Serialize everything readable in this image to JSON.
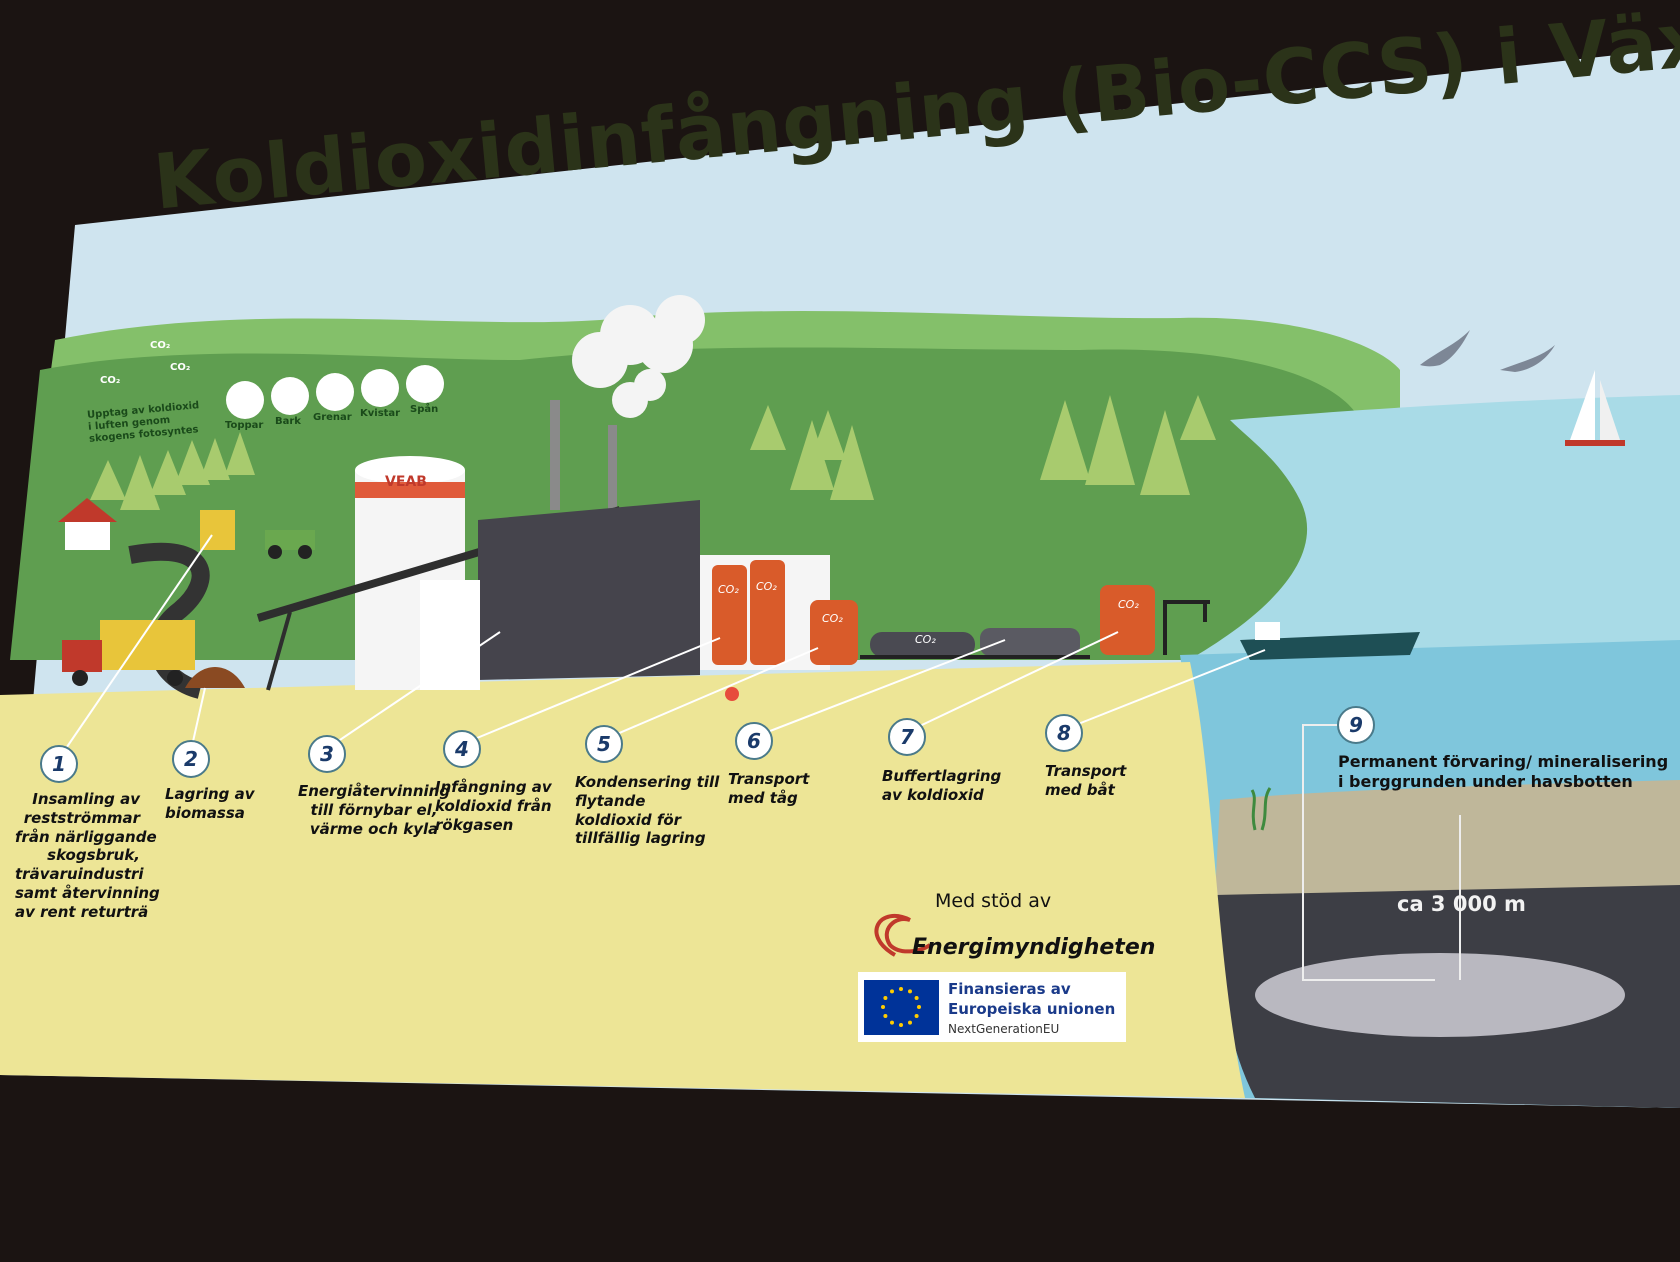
{
  "title": "Koldioxidinfångning (Bio-CCS) i Växjö",
  "forest_note": "Upptag av koldioxid\ni luften genom\nskogens fotosyntes",
  "co2_symbol": "CO₂",
  "biomass_types": [
    "Toppar",
    "Bark",
    "Grenar",
    "Kvistar",
    "Spån"
  ],
  "brand": "VEAB",
  "steps": [
    {
      "num": "1",
      "text": "Insamling av\nrestströmmar\nfrån närliggande\nskogsbruk,\nträvaruindustri\nsamt återvinning\nav rent returträ"
    },
    {
      "num": "2",
      "text": "Lagring av\nbiomassa"
    },
    {
      "num": "3",
      "text": "Energiåtervinning\ntill förnybar el,\nvärme och kyla"
    },
    {
      "num": "4",
      "text": "Infångning av\nkoldioxid från\nrökgasen"
    },
    {
      "num": "5",
      "text": "Kondensering till\nflytande\nkoldioxid för\ntillfällig lagring"
    },
    {
      "num": "6",
      "text": "Transport\nmed tåg"
    },
    {
      "num": "7",
      "text": "Buffertlagring\nav koldioxid"
    },
    {
      "num": "8",
      "text": "Transport\nmed båt"
    },
    {
      "num": "9",
      "text": "Permanent förvaring/ mineralisering\ni berggrunden under havsbotten"
    }
  ],
  "depth_label": "ca 3 000 m",
  "support": {
    "heading": "Med stöd av",
    "agency": "Energimyndigheten",
    "eu_line1": "Finansieras av",
    "eu_line2": "Europeiska unionen",
    "eu_line3": "NextGenerationEU"
  },
  "colors": {
    "sky": "#cfe4ef",
    "hills": "#5f9e50",
    "ground": "#ede596",
    "sea": "#9fd4e2",
    "seabed": "#3d3e45",
    "co2_tank": "#d95b2a",
    "title": "#2b3319",
    "eu_blue": "#003399",
    "eu_star": "#ffcc00"
  }
}
